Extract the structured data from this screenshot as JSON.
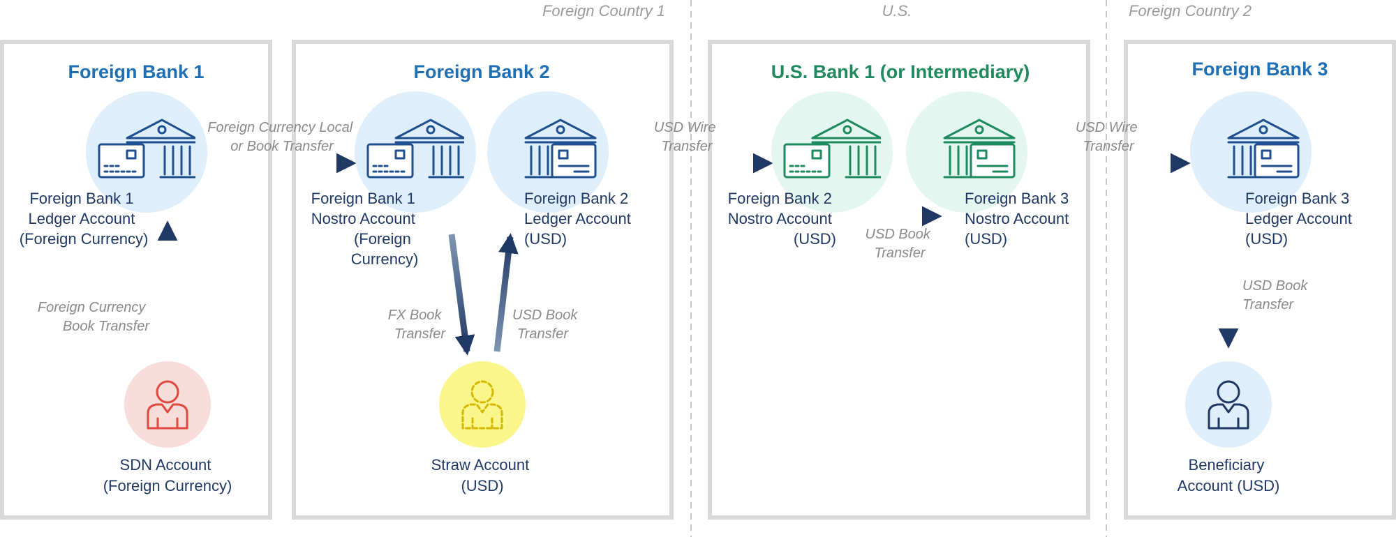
{
  "regions": {
    "foreign_country_1": "Foreign Country 1",
    "us": "U.S.",
    "foreign_country_2": "Foreign Country 2"
  },
  "colors": {
    "bank_blue": "#1f6fb5",
    "bank_green": "#1e8a5e",
    "icon_blue": "#1d4f91",
    "icon_green": "#1e8a5e",
    "circle_blue": "#deeefb",
    "circle_green": "#e3f7f0",
    "circle_red": "#f7dcda",
    "person_red": "#e0483e",
    "circle_yellow": "#fbf68c",
    "person_yellow": "#d4b800",
    "person_navy": "#1f3864",
    "arrow_dark": "#1f3864",
    "arrow_light": "#7f96b2"
  },
  "banks": {
    "fb1": {
      "title": "Foreign Bank 1"
    },
    "fb2": {
      "title": "Foreign Bank 2"
    },
    "us1": {
      "title": "U.S. Bank 1 (or Intermediary)"
    },
    "fb3": {
      "title": "Foreign Bank 3"
    }
  },
  "accounts": {
    "fb1_ledger": {
      "icon": "bank-ledger-icon",
      "lines": [
        "Foreign Bank 1",
        "Ledger Account",
        "(Foreign Currency)"
      ]
    },
    "sdn": {
      "icon": "person-icon",
      "lines": [
        "SDN Account",
        "(Foreign Currency)"
      ]
    },
    "fb1_nostro": {
      "icon": "bank-nostro-icon",
      "lines": [
        "Foreign Bank 1",
        "Nostro Account",
        "(Foreign",
        "Currency)"
      ]
    },
    "fb2_ledger": {
      "icon": "bank-ledger-icon",
      "lines": [
        "Foreign Bank 2",
        "Ledger Account",
        "(USD)"
      ]
    },
    "straw": {
      "icon": "dashed-person-icon",
      "lines": [
        "Straw Account",
        "(USD)"
      ]
    },
    "fb2_nostro": {
      "icon": "bank-nostro-icon",
      "lines": [
        "Foreign Bank 2",
        "Nostro Account",
        "(USD)"
      ]
    },
    "fb3_nostro": {
      "icon": "bank-ledger-icon",
      "lines": [
        "Foreign Bank 3",
        "Nostro Account",
        "(USD)"
      ]
    },
    "fb3_ledger": {
      "icon": "bank-ledger-icon",
      "lines": [
        "Foreign Bank 3",
        "Ledger Account",
        "(USD)"
      ]
    },
    "beneficiary": {
      "icon": "person-icon",
      "lines": [
        "Beneficiary",
        "Account (USD)"
      ]
    }
  },
  "flows": {
    "sdn_to_fb1": [
      "Foreign Currency",
      "Book Transfer"
    ],
    "fb1_to_fb2": [
      "Foreign Currency Local",
      "or Book Transfer"
    ],
    "fx_book": [
      "FX Book",
      "Transfer"
    ],
    "usd_book_up": [
      "USD Book",
      "Transfer"
    ],
    "wire_to_us": [
      "USD Wire",
      "Transfer"
    ],
    "us_book": [
      "USD Book",
      "Transfer"
    ],
    "wire_to_fb3": [
      "USD Wire",
      "Transfer"
    ],
    "fb3_book": [
      "USD Book",
      "Transfer"
    ]
  }
}
